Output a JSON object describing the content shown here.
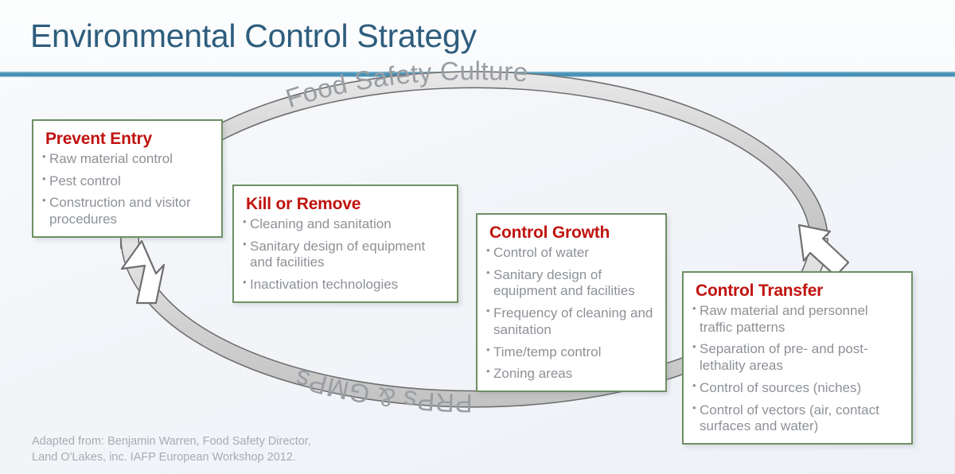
{
  "header": {
    "title": "Environmental Control Strategy",
    "rule_color": "#3f89ad",
    "title_color": "#2e5d7d"
  },
  "cycle": {
    "top_arc_label": "Food Safety Culture",
    "bottom_arc_label": "PRPs & GMPs",
    "ribbon_fill": "#d9d9d9",
    "ribbon_stroke": "#6f6f6f",
    "arrowhead_fill": "#ffffff",
    "arrowhead_stroke": "#6f6f6f",
    "label_color": "#9a9ea3",
    "arrowheads": [
      {
        "name": "arrowhead-to-control-transfer",
        "direction": "down-right"
      },
      {
        "name": "arrowhead-to-prevent-entry",
        "direction": "up-right"
      }
    ]
  },
  "boxes": [
    {
      "id": "prevent-entry",
      "title": "Prevent Entry",
      "bullets": [
        "Raw material control",
        "Pest control",
        "Construction and visitor procedures"
      ]
    },
    {
      "id": "kill-remove",
      "title": "Kill or Remove",
      "bullets": [
        "Cleaning and sanitation",
        "Sanitary design of equipment and facilities",
        "Inactivation technologies"
      ]
    },
    {
      "id": "control-growth",
      "title": "Control Growth",
      "bullets": [
        "Control of water",
        "Sanitary design of equipment and facilities",
        "Frequency of cleaning and sanitation",
        "Time/temp control",
        "Zoning areas"
      ]
    },
    {
      "id": "control-transfer",
      "title": "Control Transfer",
      "bullets": [
        "Raw material and personnel traffic patterns",
        "Separation of pre- and post-lethality areas",
        "Control of sources (niches)",
        "Control of vectors (air, contact surfaces and water)"
      ]
    }
  ],
  "attribution": {
    "line1": "Adapted from: Benjamin Warren, Food Safety Director,",
    "line2": "Land O'Lakes, inc. IAFP European Workshop 2012."
  },
  "colors": {
    "background": "#f2f4f8",
    "box_border": "#6e8f62",
    "box_title": "#c0130f",
    "bullet_text": "#8d9196",
    "attribution_text": "#a8acb2"
  }
}
